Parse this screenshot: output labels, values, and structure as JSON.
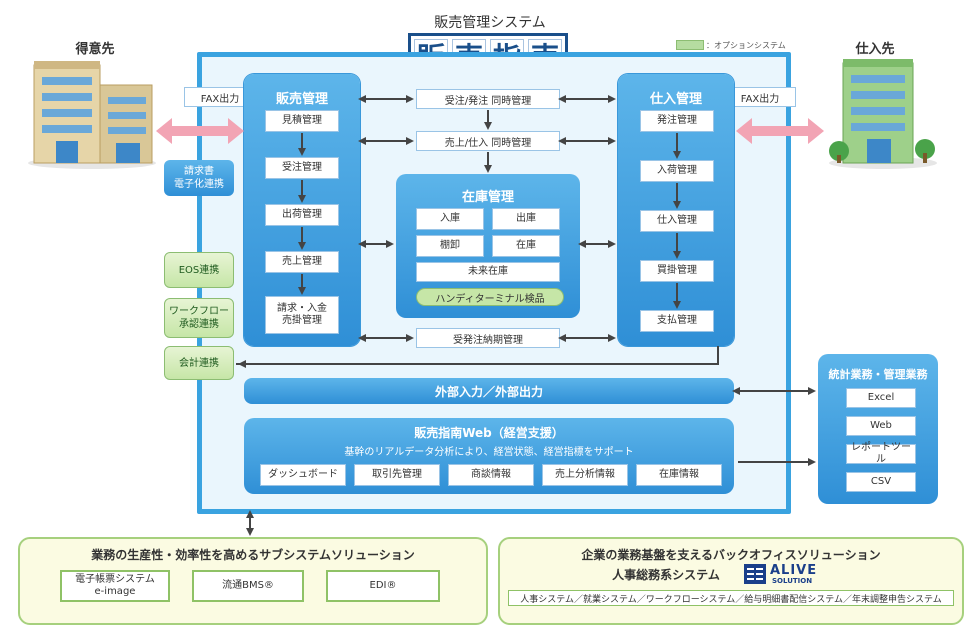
{
  "header": {
    "system_label": "販売管理システム",
    "logo_chars": [
      "販",
      "売",
      "指",
      "南"
    ],
    "legend_text": "：オプションシステム"
  },
  "customer": {
    "title": "得意先",
    "fax": "FAX出力"
  },
  "supplier": {
    "title": "仕入先",
    "fax": "FAX出力"
  },
  "sales": {
    "title": "販売管理",
    "items": [
      "見積管理",
      "受注管理",
      "出荷管理",
      "売上管理",
      "請求・入金\n売掛管理"
    ]
  },
  "purchase": {
    "title": "仕入管理",
    "items": [
      "発注管理",
      "入荷管理",
      "仕入管理",
      "買掛管理",
      "支払管理"
    ]
  },
  "center": {
    "order_sync": "受注/発注 同時管理",
    "sales_sync": "売上/仕入 同時管理",
    "delivery": "受発注納期管理"
  },
  "inventory": {
    "title": "在庫管理",
    "cells": [
      "入庫",
      "出庫",
      "棚卸",
      "在庫"
    ],
    "future": "未来在庫",
    "handy": "ハンディターミナル検品"
  },
  "side_options": {
    "invoice": "請求書\n電子化連携",
    "eos": "EOS連携",
    "workflow": "ワークフロー\n承認連携",
    "accounting": "会計連携"
  },
  "io_bar": "外部入力／外部出力",
  "web": {
    "title": "販売指南Web（経営支援）",
    "subtitle": "基幹のリアルデータ分析により、経営状態、経営指標をサポート",
    "items": [
      "ダッシュボード",
      "取引先管理",
      "商談情報",
      "売上分析情報",
      "在庫情報"
    ]
  },
  "stats": {
    "title": "統計業務・管理業務",
    "items": [
      "Excel",
      "Web",
      "レポートツール",
      "CSV"
    ]
  },
  "bottom_left": {
    "title": "業務の生産性・効率性を高めるサブシステムソリューション",
    "items": [
      "電子帳票システム\ne-image",
      "流通BMS®",
      "EDI®"
    ]
  },
  "bottom_right": {
    "title": "企業の業務基盤を支えるバックオフィスソリューション",
    "subtitle": "人事総務系システム",
    "logo_line1": "ALIVE",
    "logo_line2": "SOLUTION",
    "list": "人事システム／就業システム／ワークフローシステム／給与明細書配信システム／年末調整申告システム"
  },
  "colors": {
    "frame_blue": "#3aa3e0",
    "column_blue": "#2f8fd6",
    "option_green": "#c6e6a7",
    "arrow_pink": "#f2a4b4",
    "logo_navy": "#1a4f8a"
  }
}
